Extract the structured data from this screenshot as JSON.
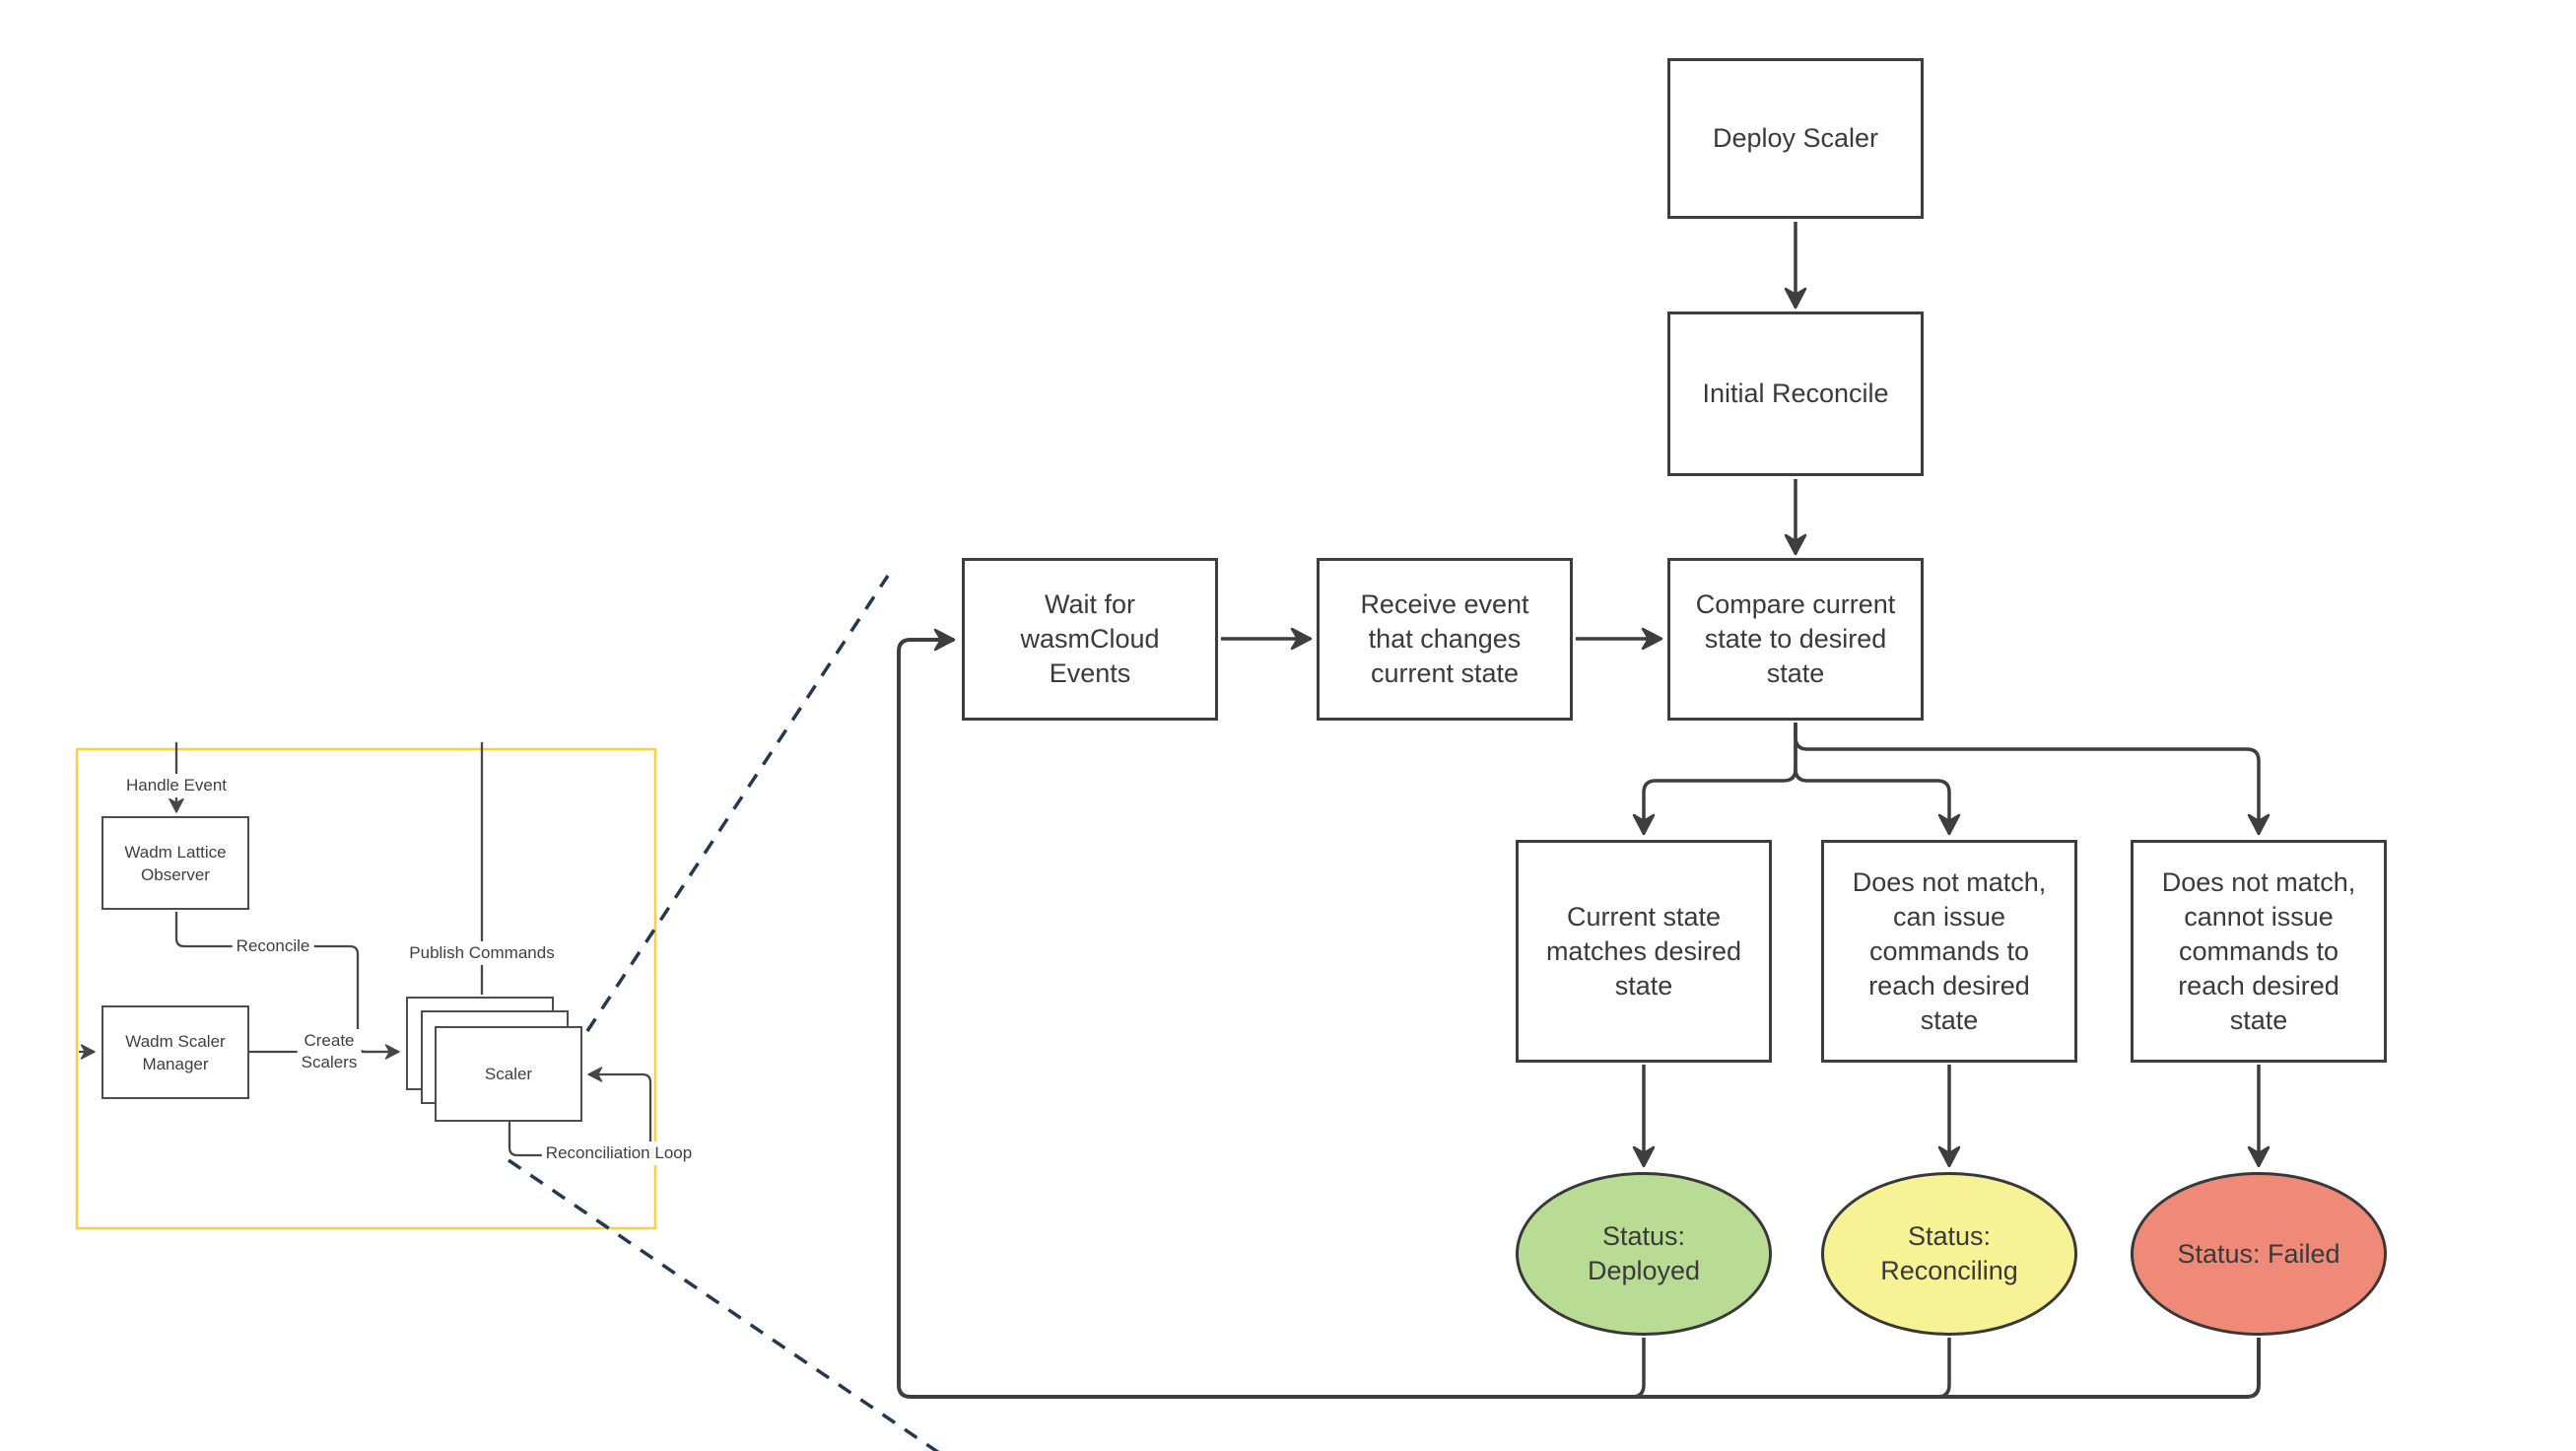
{
  "colors": {
    "background": "#ffffff",
    "node_fill": "#ffffff",
    "node_border": "#3e3e3e",
    "connector": "#3e3e3e",
    "mini_connector": "#474747",
    "frame_yellow": "#fcce44",
    "callout_dash": "#24384e",
    "status_border": "#383838",
    "status_deployed_fill": "#b9dc95",
    "status_reconciling_fill": "#f7f295",
    "status_failed_fill": "#ef8a79"
  },
  "flow": {
    "deploy": {
      "label": "Deploy Scaler",
      "lines": [
        "Deploy Scaler"
      ]
    },
    "initial": {
      "label": "Initial Reconcile",
      "lines": [
        "Initial Reconcile"
      ]
    },
    "wait": {
      "label": "Wait for wasmCloud Events",
      "lines": [
        "Wait for",
        "wasmCloud",
        "Events"
      ]
    },
    "receive": {
      "label": "Receive event that changes current state",
      "lines": [
        "Receive event",
        "that changes",
        "current state"
      ]
    },
    "compare": {
      "label": "Compare current state to desired state",
      "lines": [
        "Compare current",
        "state to desired",
        "state"
      ]
    },
    "match": {
      "label": "Current state matches desired state",
      "lines": [
        "Current state",
        "matches desired",
        "state"
      ]
    },
    "can_issue": {
      "label": "Does not match, can issue commands to reach desired state",
      "lines": [
        "Does not match,",
        "can issue",
        "commands to",
        "reach desired",
        "state"
      ]
    },
    "cannot_issue": {
      "label": "Does not match, cannot issue commands to reach desired state",
      "lines": [
        "Does not match,",
        "cannot issue",
        "commands to",
        "reach desired",
        "state"
      ]
    }
  },
  "status": {
    "deployed": {
      "label": "Status: Deployed",
      "lines": [
        "Status:",
        "Deployed"
      ]
    },
    "reconciling": {
      "label": "Status: Reconciling",
      "lines": [
        "Status:",
        "Reconciling"
      ]
    },
    "failed": {
      "label": "Status: Failed",
      "lines": [
        "Status: Failed"
      ]
    }
  },
  "mini": {
    "nodes": {
      "observer": {
        "label": "Wadm Lattice Observer",
        "lines": [
          "Wadm Lattice",
          "Observer"
        ]
      },
      "manager": {
        "label": "Wadm Scaler Manager",
        "lines": [
          "Wadm Scaler",
          "Manager"
        ]
      },
      "scaler": {
        "label": "Scaler",
        "lines": [
          "Scaler"
        ]
      }
    },
    "edge_labels": {
      "handle_event": "Handle Event",
      "reconcile": "Reconcile",
      "create_scalers": {
        "label": "Create Scalers",
        "lines": [
          "Create",
          "Scalers"
        ]
      },
      "publish_commands": "Publish Commands",
      "reconciliation_loop": "Reconciliation Loop"
    }
  }
}
